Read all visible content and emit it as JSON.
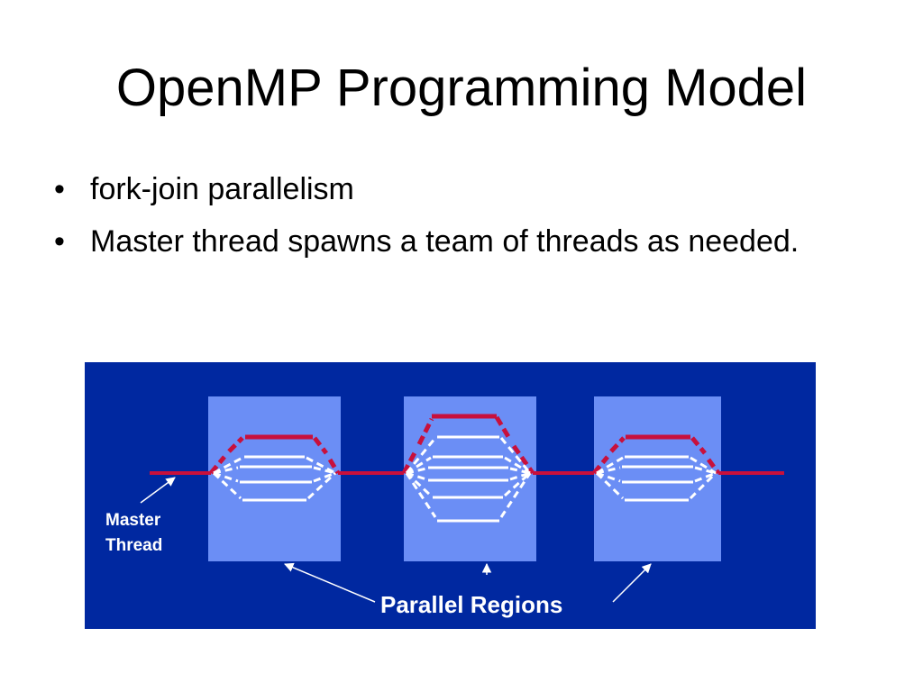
{
  "slide": {
    "title": "OpenMP Programming Model",
    "bullets": [
      {
        "text": "fork-join parallelism"
      },
      {
        "text": "Master thread spawns a team of threads as needed."
      }
    ]
  },
  "diagram": {
    "master_label_line1": "Master",
    "master_label_line2": "Thread",
    "regions_label": "Parallel Regions",
    "colors": {
      "background": "#0028A0",
      "region_box": "#6B8EF5",
      "master_thread": "#C8103C",
      "worker_threads": "#FFFFFF"
    }
  }
}
